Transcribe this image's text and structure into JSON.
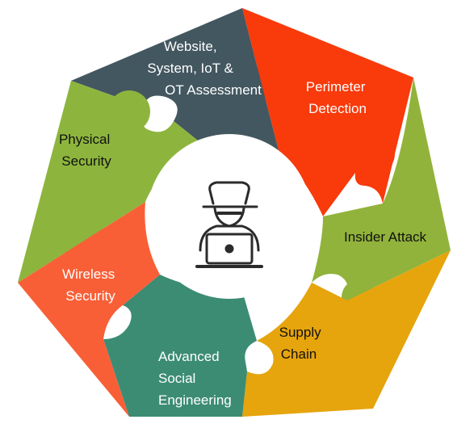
{
  "diagram": {
    "center_icon": "hacker-with-laptop-icon",
    "segments": [
      {
        "id": "website",
        "lines": [
          "Website,",
          "System, IoT &",
          "OT Assessment"
        ],
        "color": "#435760",
        "text_color": "#ffffff"
      },
      {
        "id": "perimeter",
        "lines": [
          "Perimeter",
          "Detection"
        ],
        "color": "#f93a0b",
        "text_color": "#ffffff"
      },
      {
        "id": "insider",
        "lines": [
          "Insider Attack"
        ],
        "color": "#91b33b",
        "text_color": "#111111"
      },
      {
        "id": "supply",
        "lines": [
          "Supply",
          "Chain"
        ],
        "color": "#e6a40d",
        "text_color": "#111111"
      },
      {
        "id": "social",
        "lines": [
          "Advanced",
          "Social",
          "Engineering"
        ],
        "color": "#3c8c74",
        "text_color": "#ffffff"
      },
      {
        "id": "wireless",
        "lines": [
          "Wireless",
          "Security"
        ],
        "color": "#f85f37",
        "text_color": "#ffffff"
      },
      {
        "id": "physical",
        "lines": [
          "Physical",
          "Security"
        ],
        "color": "#8db53d",
        "text_color": "#111111"
      }
    ]
  }
}
